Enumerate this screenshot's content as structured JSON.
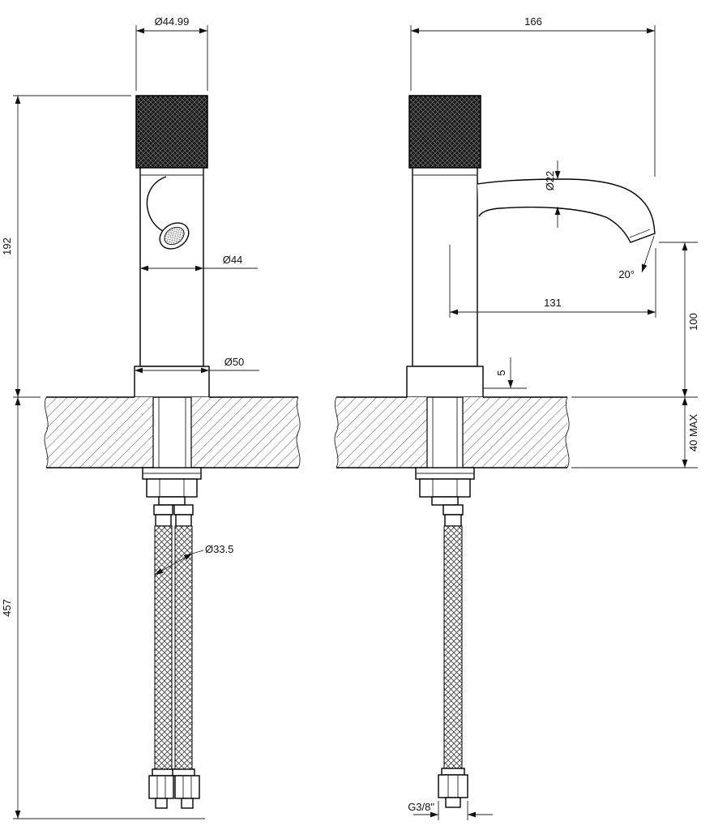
{
  "drawing": {
    "front_view": {
      "handle_diameter": "Ø44.99",
      "height_above_counter": "192",
      "body_diameter": "Ø44",
      "base_diameter": "Ø50",
      "hose_bundle_diameter": "Ø33.5",
      "hose_length": "457"
    },
    "side_view": {
      "total_depth": "166",
      "spout_diameter": "Ø22",
      "spout_angle": "20°",
      "spout_reach": "131",
      "spout_outlet_height": "100",
      "base_plate_height": "5",
      "max_counter_thickness": "40 MAX",
      "thread_size": "G3/8\""
    },
    "colors": {
      "line": "#1a1a1a",
      "handle_fill": "#1c1c1c",
      "background": "#ffffff"
    }
  }
}
